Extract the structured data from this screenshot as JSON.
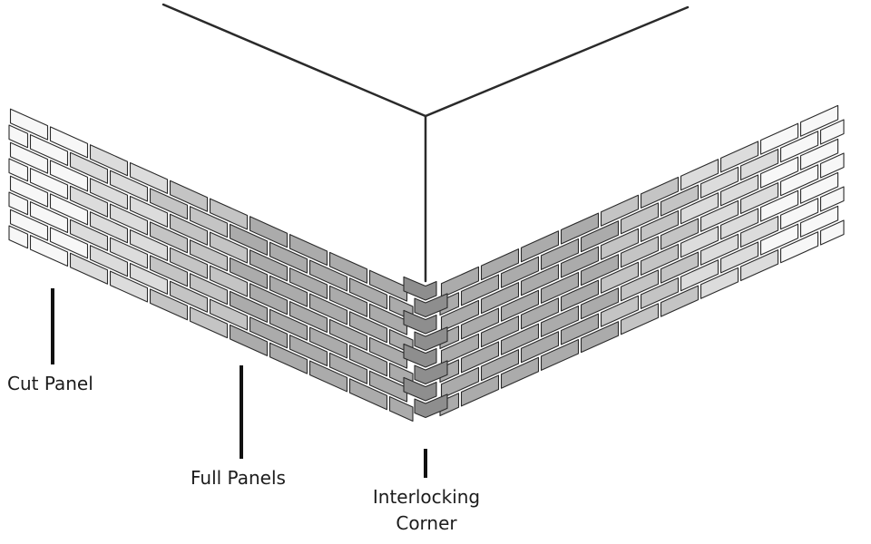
{
  "labels": {
    "cut_panel": "Cut Panel",
    "full_panels": "Full Panels",
    "interlocking_corner_line1": "Interlocking",
    "interlocking_corner_line2": "Corner"
  },
  "colors": {
    "background": "#ffffff",
    "outline": "#2a2a2a",
    "cut_panel": "#f7f7f7",
    "full_panel_light": "#dcdcdc",
    "full_panel_mid": "#c4c4c4",
    "full_panel_dark": "#ababab",
    "corner": "#8e8e8e",
    "building_fill": "#ffffff",
    "leader_line": "#111111"
  }
}
